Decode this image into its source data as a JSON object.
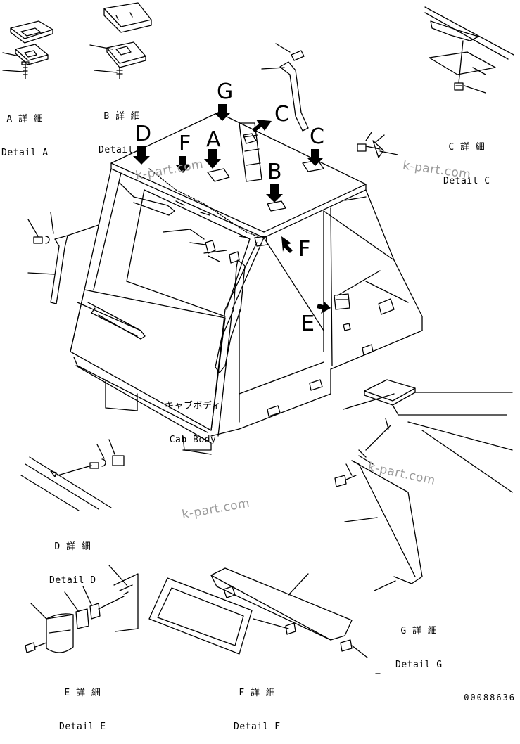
{
  "details": {
    "a": {
      "jp": "A 詳 細",
      "en": "Detail A"
    },
    "b": {
      "jp": "B 詳 細",
      "en": "Detail B"
    },
    "c": {
      "jp": "C 詳 細",
      "en": "Detail C"
    },
    "d": {
      "jp": "D 詳 細",
      "en": "Detail D"
    },
    "e": {
      "jp": "E 詳 細",
      "en": "Detail E"
    },
    "f": {
      "jp": "F 詳 細",
      "en": "Detail F"
    },
    "g": {
      "jp": "G 詳 細",
      "en": "Detail G"
    }
  },
  "callouts": {
    "a": "A",
    "b": "B",
    "c1": "C",
    "c2": "C",
    "d": "D",
    "e": "E",
    "f1": "F",
    "f2": "F",
    "g": "G"
  },
  "cab_body": {
    "jp": "キャブボディ",
    "en": "Cab Body"
  },
  "watermark": "k-part.com",
  "part_number": "00088636",
  "line_color": "#000000",
  "watermark_color": "#9a9a9a"
}
